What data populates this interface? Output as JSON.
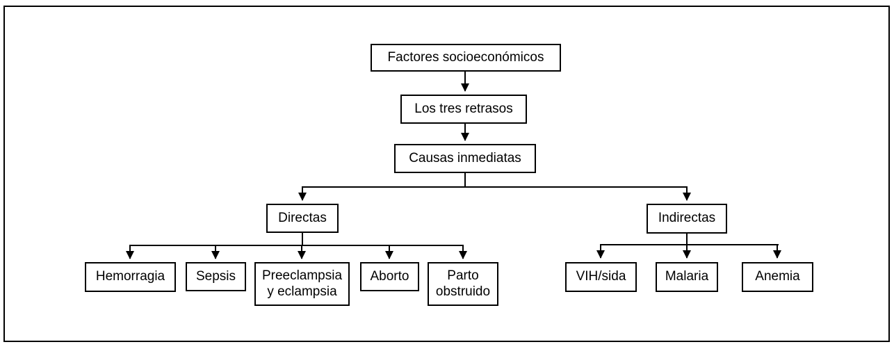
{
  "diagram": {
    "type": "flowchart",
    "background_color": "#ffffff",
    "line_color": "#000000",
    "text_color": "#000000",
    "nodes": {
      "factores": "Factores socioeconómicos",
      "retrasos": "Los tres retrasos",
      "causas": "Causas inmediatas",
      "directas": "Directas",
      "indirectas": "Indirectas",
      "hemorragia": "Hemorragia",
      "sepsis": "Sepsis",
      "preeclampsia": "Preeclampsia y eclampsia",
      "aborto": "Aborto",
      "parto": "Parto obstruido",
      "vih": "VIH/sida",
      "malaria": "Malaria",
      "anemia": "Anemia"
    },
    "edges": [
      {
        "from": "factores",
        "to": "retrasos"
      },
      {
        "from": "retrasos",
        "to": "causas"
      },
      {
        "from": "causas",
        "to": "directas"
      },
      {
        "from": "causas",
        "to": "indirectas"
      },
      {
        "from": "directas",
        "to": "hemorragia"
      },
      {
        "from": "directas",
        "to": "sepsis"
      },
      {
        "from": "directas",
        "to": "preeclampsia"
      },
      {
        "from": "directas",
        "to": "aborto"
      },
      {
        "from": "directas",
        "to": "parto"
      },
      {
        "from": "indirectas",
        "to": "vih"
      },
      {
        "from": "indirectas",
        "to": "malaria"
      },
      {
        "from": "indirectas",
        "to": "anemia"
      }
    ]
  }
}
